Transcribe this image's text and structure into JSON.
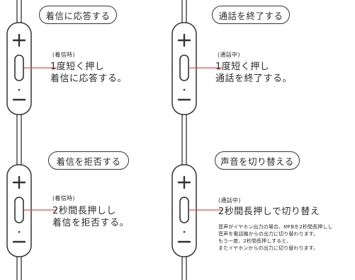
{
  "panels": {
    "incoming_answer": {
      "title": "着信に応答する",
      "context": "(着信時)",
      "lines": [
        "1度短く押し",
        "着信に応答する。"
      ]
    },
    "end_call": {
      "title": "通話を終了する",
      "context": "(通話中)",
      "lines": [
        "1度短く押し",
        "通話を終了する。"
      ]
    },
    "reject_call": {
      "title": "着信を拒否する",
      "context": "(着信時)",
      "lines": [
        "2秒間長押しし",
        "着信を拒否する。"
      ]
    },
    "switch_audio": {
      "title": "声音を切り替える",
      "context": "(通話中)",
      "lines": [
        "2秒間長押しで切り替え"
      ],
      "notes": [
        "音声がイヤホン出力の場合、MFBを2秒間長押しし",
        "音声を電話機からの出力に切り替わります。",
        "もう一度、2秒間長押しすると、",
        "またイヤホンからの出力に切り替わります。"
      ]
    }
  },
  "remote": {
    "buttons": [
      "+",
      "MFB",
      "−"
    ]
  },
  "colors": {
    "line": "#333333",
    "text": "#2b2b2b",
    "callout": "#d9534f"
  }
}
